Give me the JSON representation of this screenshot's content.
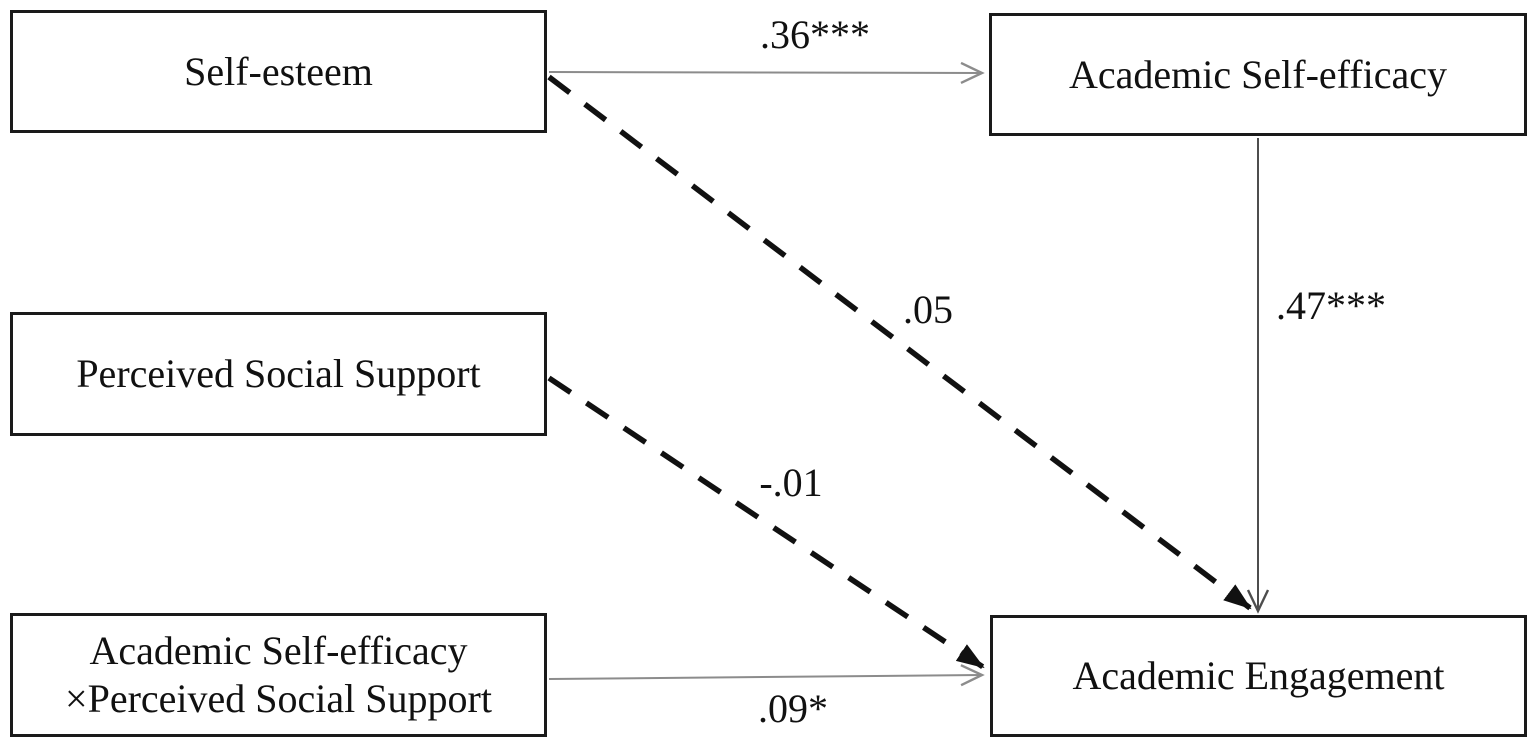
{
  "figure": {
    "description": "Path model diagram of moderated mediation",
    "background_color": "#ffffff",
    "box_border_color": "#1a1a1a",
    "dashed_line_color": "#111111",
    "thin_line_color": "#8c8c8c",
    "vertical_line_color": "#4d4d4d"
  },
  "nodes": {
    "self_esteem": {
      "label": "Self-esteem"
    },
    "academic_self_efficacy": {
      "label": "Academic Self-efficacy"
    },
    "perceived_social_support": {
      "label": "Perceived Social Support"
    },
    "interaction": {
      "label_line1": "Academic Self-efficacy",
      "label_line2": "×Perceived Social Support"
    },
    "academic_engagement": {
      "label": "Academic Engagement"
    }
  },
  "edges": {
    "self_esteem_to_academic_self_efficacy": {
      "coefficient": ".36***",
      "style": "solid"
    },
    "academic_self_efficacy_to_academic_engagement": {
      "coefficient": ".47***",
      "style": "solid"
    },
    "self_esteem_to_academic_engagement": {
      "coefficient": ".05",
      "style": "dashed"
    },
    "perceived_social_support_to_academic_engagement": {
      "coefficient": "-.01",
      "style": "dashed"
    },
    "interaction_to_academic_engagement": {
      "coefficient": ".09*",
      "style": "solid"
    }
  }
}
